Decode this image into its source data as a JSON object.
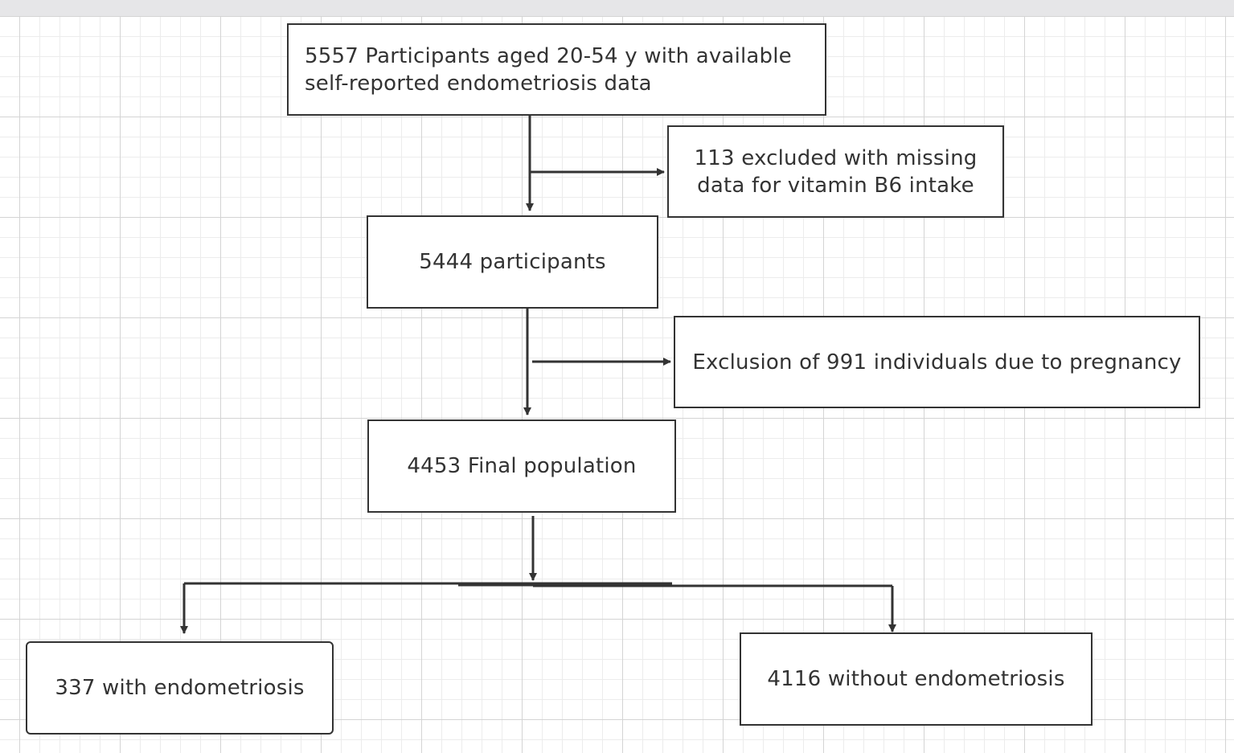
{
  "diagram": {
    "boxes": {
      "start": "5557 Participants aged 20-54 y with  available\nself-reported endometriosis data",
      "excl1": "113 excluded with missing\ndata for vitamin B6 intake",
      "mid": "5444 participants",
      "excl2": "Exclusion of 991 individuals due to pregnancy",
      "final": "4453 Final population",
      "endo": "337 with endometriosis",
      "noendo": "4116 without endometriosis"
    },
    "colors": {
      "line": "#333333",
      "box_border": "#333333",
      "text": "#333333"
    }
  }
}
